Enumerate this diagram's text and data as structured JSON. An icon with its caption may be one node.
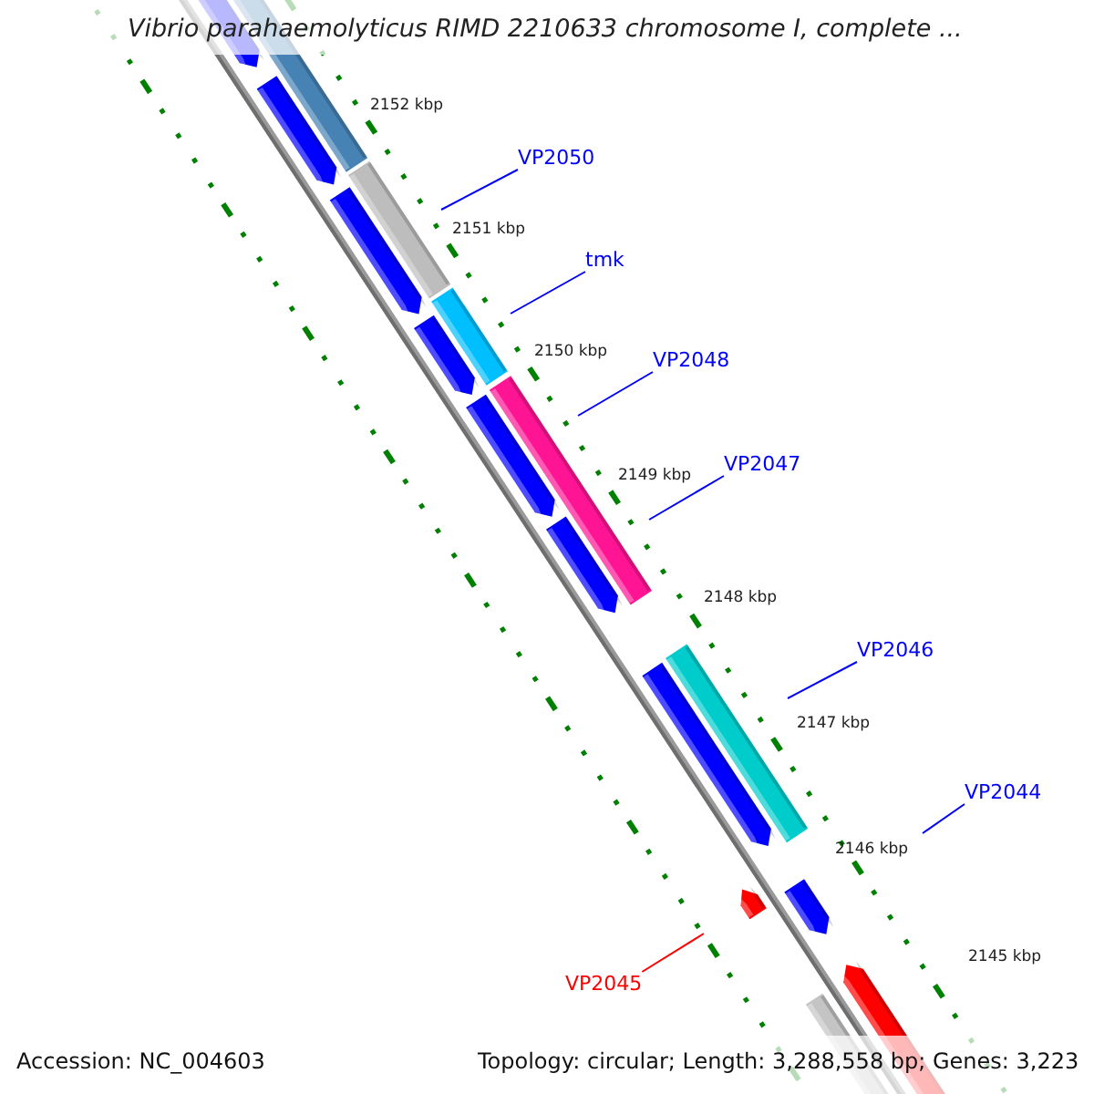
{
  "diagram": {
    "title": "Vibrio parahaemolyticus RIMD 2210633 chromosome I, complete ...",
    "nodes": [
      {
        "text": [
          "VP2050"
        ]
      },
      {
        "text": [
          "tmk"
        ]
      },
      {
        "text": [
          "VP2048"
        ]
      },
      {
        "text": [
          "VP2047"
        ]
      },
      {
        "text": [
          "VP2046"
        ]
      },
      {
        "text": [
          "VP2044"
        ]
      },
      {
        "text": [
          "VP2045"
        ]
      }
    ],
    "edges": [
      {
        "from": 0,
        "to": null,
        "arrow": "none"
      },
      {
        "from": 1,
        "to": null,
        "arrow": "none"
      },
      {
        "from": 2,
        "to": null,
        "arrow": "none"
      },
      {
        "from": 3,
        "to": null,
        "arrow": "none"
      },
      {
        "from": 4,
        "to": null,
        "arrow": "none"
      },
      {
        "from": 5,
        "to": null,
        "arrow": "none"
      },
      {
        "from": 6,
        "to": null,
        "arrow": "none",
        "color": "#ff0000"
      }
    ],
    "labels": [
      "2152 kbp",
      "2151 kbp",
      "2150 kbp",
      "2149 kbp",
      "2148 kbp",
      "2147 kbp",
      "2146 kbp",
      "2145 kbp",
      "Accession: NC_004603",
      "Topology: circular; Length: 3,288,558 bp; Genes: 3,223"
    ]
  }
}
